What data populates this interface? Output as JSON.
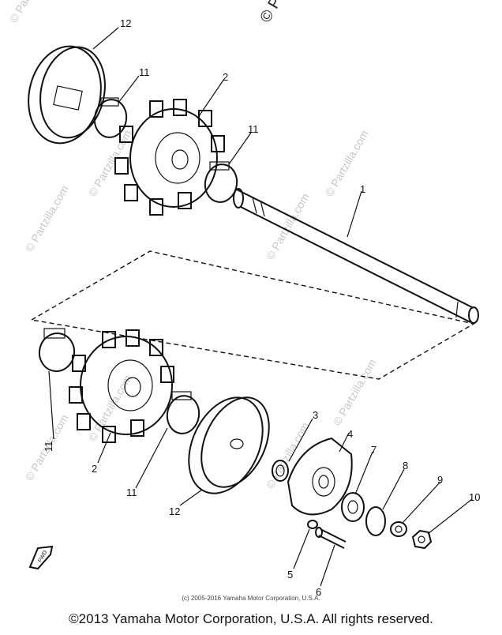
{
  "watermarks": {
    "top_right": "© Pa",
    "repeated": "© Partzilla.com"
  },
  "callouts": {
    "c1": "1",
    "c2a": "2",
    "c2b": "2",
    "c3": "3",
    "c4": "4",
    "c5": "5",
    "c6": "6",
    "c7": "7",
    "c8": "8",
    "c9": "9",
    "c10": "10",
    "c11a": "11",
    "c11b": "11",
    "c11c": "11",
    "c11d": "11",
    "c12a": "12",
    "c12b": "12"
  },
  "fwd_label": "FWD",
  "small_copyright": "(c) 2005-2016 Yamaha Motor Corporation, U.S.A.",
  "footer_copyright": "©2013 Yamaha Motor Corporation, U.S.A. All rights reserved."
}
